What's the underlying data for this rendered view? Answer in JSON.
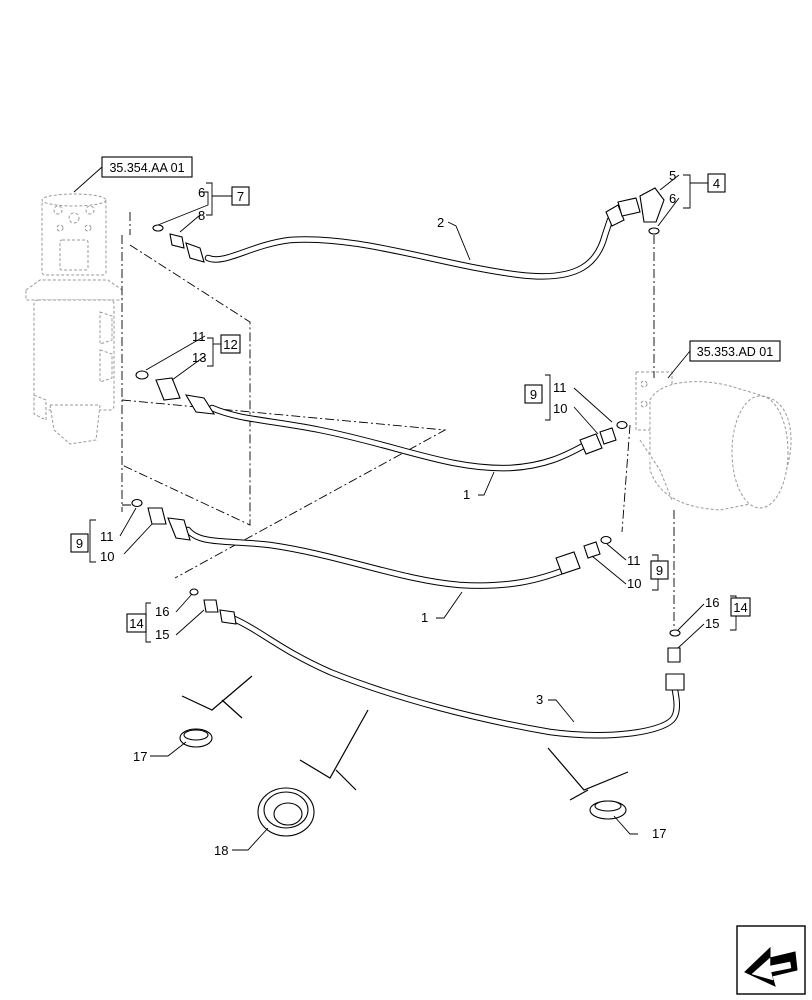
{
  "references": {
    "swivel": "35.354.AA 01",
    "motor": "35.353.AD 01"
  },
  "kits": {
    "k7": "7",
    "k4": "4",
    "k12": "12",
    "k9a": "9",
    "k9b": "9",
    "k9c": "9",
    "k14a": "14",
    "k14b": "14"
  },
  "callouts": {
    "c6a": "6",
    "c8": "8",
    "c5": "5",
    "c6b": "6",
    "c2": "2",
    "c11a": "11",
    "c13": "13",
    "c11b": "11",
    "c10b": "10",
    "c1a": "1",
    "c11c": "11",
    "c10c": "10",
    "c11d": "11",
    "c10d": "10",
    "c1b": "1",
    "c16a": "16",
    "c15a": "15",
    "c16b": "16",
    "c15b": "15",
    "c3": "3",
    "c17a": "17",
    "c18": "18",
    "c17b": "17"
  },
  "icons": {
    "nav": "arrow-left-icon"
  }
}
